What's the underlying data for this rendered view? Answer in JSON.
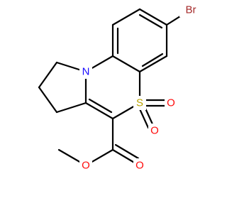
{
  "atoms": {
    "bromine": {
      "text": "Br",
      "color": "#a52a2a"
    },
    "nitrogen": {
      "text": "N",
      "color": "#1a0dff"
    },
    "sulfur": {
      "text": "S",
      "color": "#b8a200"
    },
    "oxygen_sulfonyl_right": {
      "text": "O",
      "color": "#ff0d0d"
    },
    "oxygen_sulfonyl_lower": {
      "text": "O",
      "color": "#ff0d0d"
    },
    "oxygen_carbonyl": {
      "text": "O",
      "color": "#ff0d0d"
    },
    "oxygen_ester": {
      "text": "O",
      "color": "#ff0d0d"
    }
  }
}
